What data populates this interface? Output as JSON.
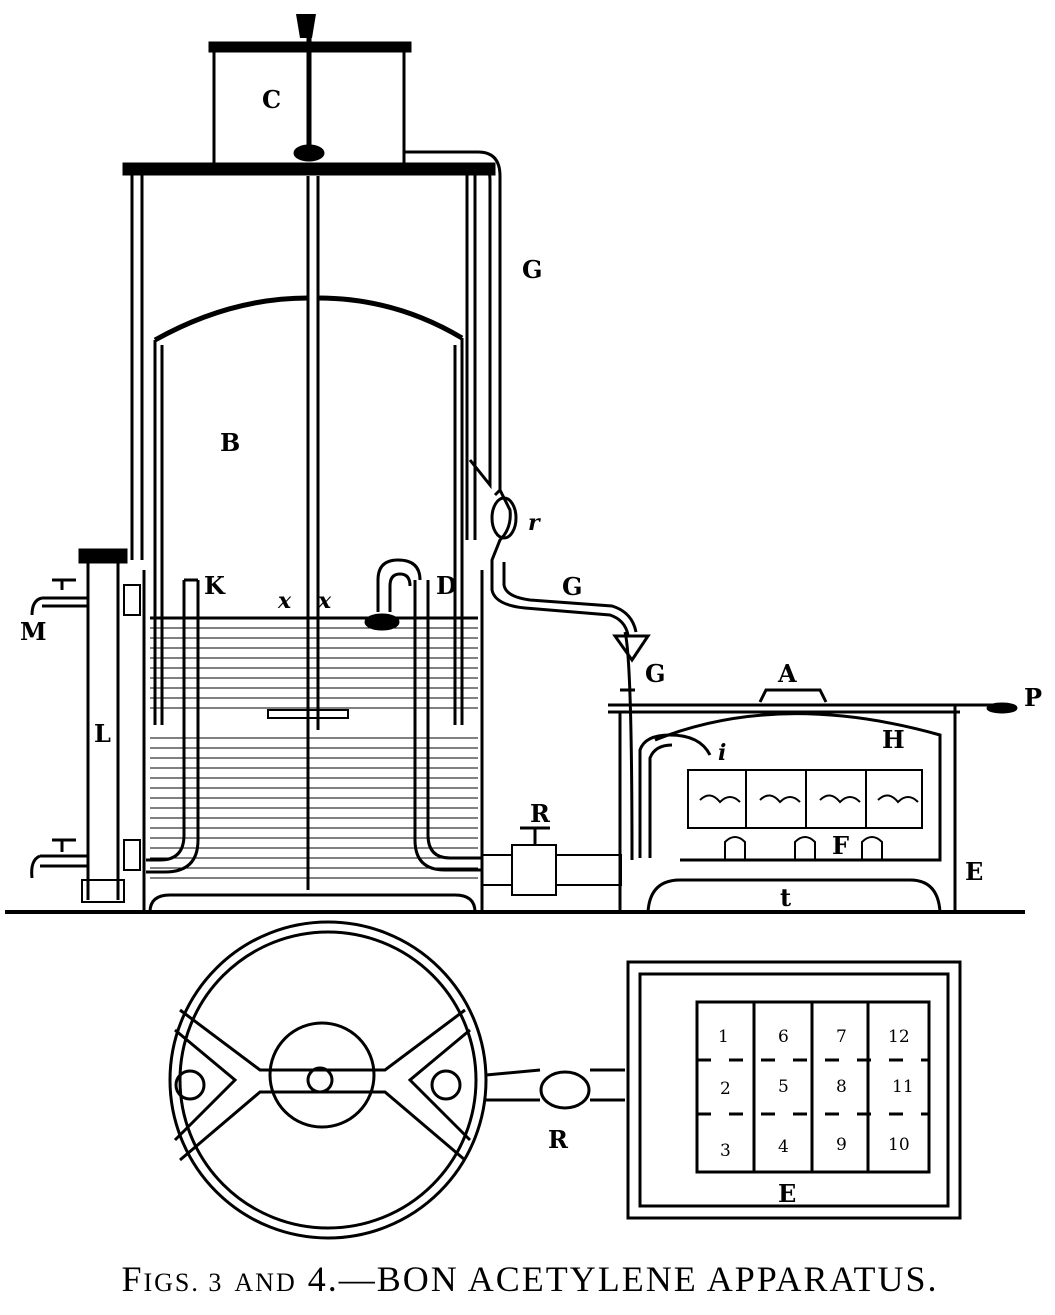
{
  "labels": {
    "A": "A",
    "B": "B",
    "C": "C",
    "D": "D",
    "E_side": "E",
    "E_plan": "E",
    "F": "F",
    "G_top": "G",
    "G_mid": "G",
    "G_funnel": "G",
    "H": "H",
    "K": "K",
    "L": "L",
    "M": "M",
    "P": "P",
    "R_side": "R",
    "R_plan": "R",
    "r": "r",
    "t": "t",
    "i": "i",
    "x1": "x",
    "x2": "x"
  },
  "compartments": [
    "1",
    "6",
    "7",
    "12",
    "2",
    "5",
    "8",
    "11",
    "3",
    "4",
    "9",
    "10"
  ],
  "caption": {
    "part1_initial": "F",
    "part1_rest": "IGS. 3",
    "part2": "AND",
    "part3": "4.—BON ACETYLENE APPARATUS."
  }
}
